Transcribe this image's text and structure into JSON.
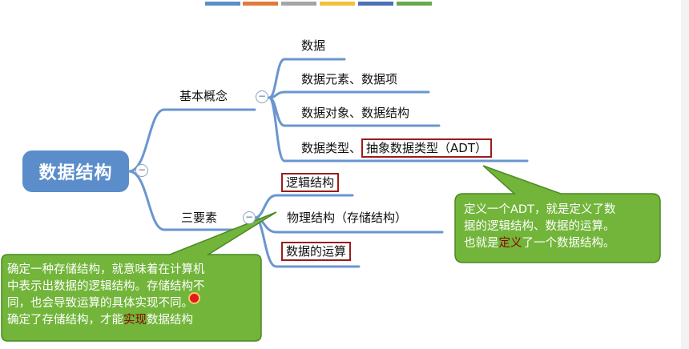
{
  "root": {
    "label": "数据结构"
  },
  "branches": [
    {
      "label": "基本概念",
      "children": [
        {
          "label": "数据"
        },
        {
          "label": "数据元素、数据项"
        },
        {
          "label": "数据对象、数据结构"
        },
        {
          "label": "数据类型、",
          "boxed_label": "抽象数据类型（ADT）"
        }
      ]
    },
    {
      "label": "三要素",
      "children": [
        {
          "label": "逻辑结构"
        },
        {
          "label": "物理结构（存储结构）"
        },
        {
          "label": "数据的运算"
        }
      ]
    }
  ],
  "collapse_symbol": "−",
  "callouts": {
    "adt": {
      "line1_pre": "定义一个ADT，就是定义了数",
      "line2": "据的逻辑结构、数据的运算。",
      "line3_pre": "也就是",
      "line3_red": "定义",
      "line3_post": "了一个数据结构。"
    },
    "storage": {
      "line1": "确定一种存储结构，就意味着在计算机",
      "line2": "中表示出数据的逻辑结构。存储结构不",
      "line3": "同，也会导致运算的具体实现不同。",
      "line4_pre": "确定了存储结构，才能",
      "line4_red": "实现",
      "line4_post": "数据结构"
    }
  },
  "colors": {
    "node_blue": "#5b8dcb",
    "line_blue": "#6a96cf",
    "highlight_border": "#9b1c1c",
    "callout_green": "#72b53a",
    "callout_border": "#4a8a22"
  },
  "color_bar": [
    "#5b8dcb",
    "#e07b3a",
    "#a5a5a5",
    "#f0c23a",
    "#4a6fb5",
    "#6aa84f"
  ]
}
